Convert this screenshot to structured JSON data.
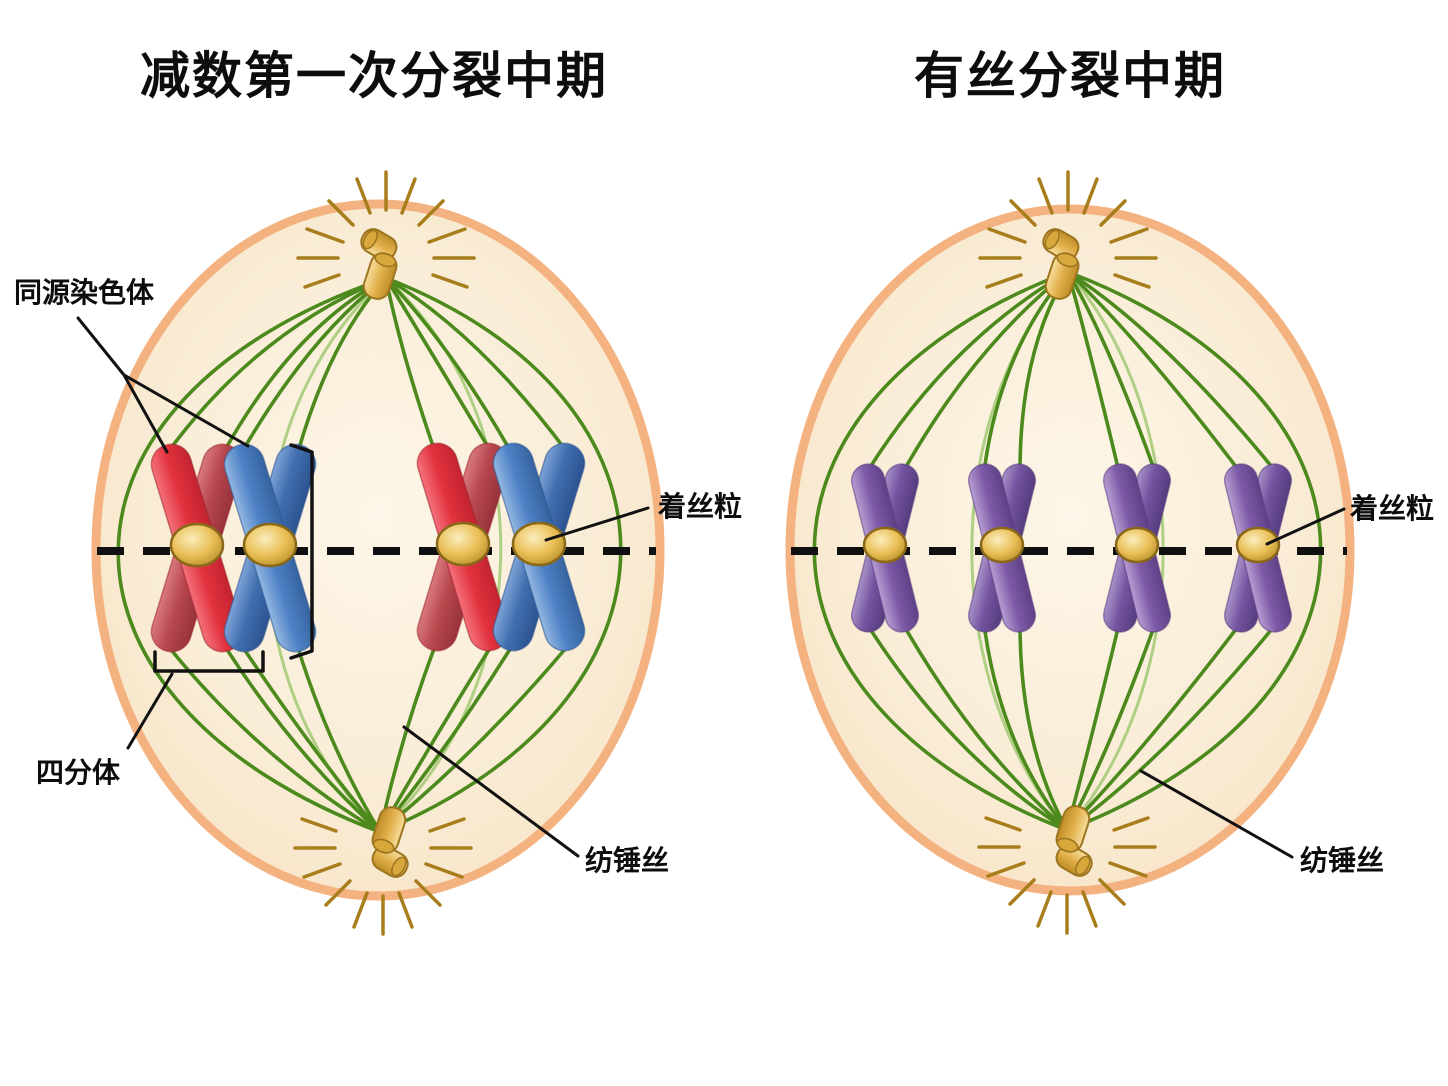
{
  "titles": {
    "left": "减数第一次分裂中期",
    "right": "有丝分裂中期"
  },
  "labels": {
    "homologous_chromosome": "同源染色体",
    "centromere_left": "着丝粒",
    "tetrad": "四分体",
    "spindle_fiber_left": "纺锤丝",
    "centromere_right": "着丝粒",
    "spindle_fiber_right": "纺锤丝"
  },
  "colors": {
    "background": "#FFFFFF",
    "cell_membrane": "#F4B281",
    "cell_interior": "#FBF0DC",
    "spindle_fiber_green": "#4C8A1D",
    "spindle_fiber_light_green": "#ABCC7E",
    "centriole_gold": "#E3B44E",
    "aster_ray": "#A87D1C",
    "chromosome_red": "#E2333F",
    "chromosome_red_dark": "#B8474E",
    "chromosome_blue": "#4E82C6",
    "chromosome_blue_dark": "#3F6FB0",
    "chromosome_purple": "#7E5BA8",
    "centromere_gold": "#E9BE55",
    "label_text": "#111111"
  }
}
